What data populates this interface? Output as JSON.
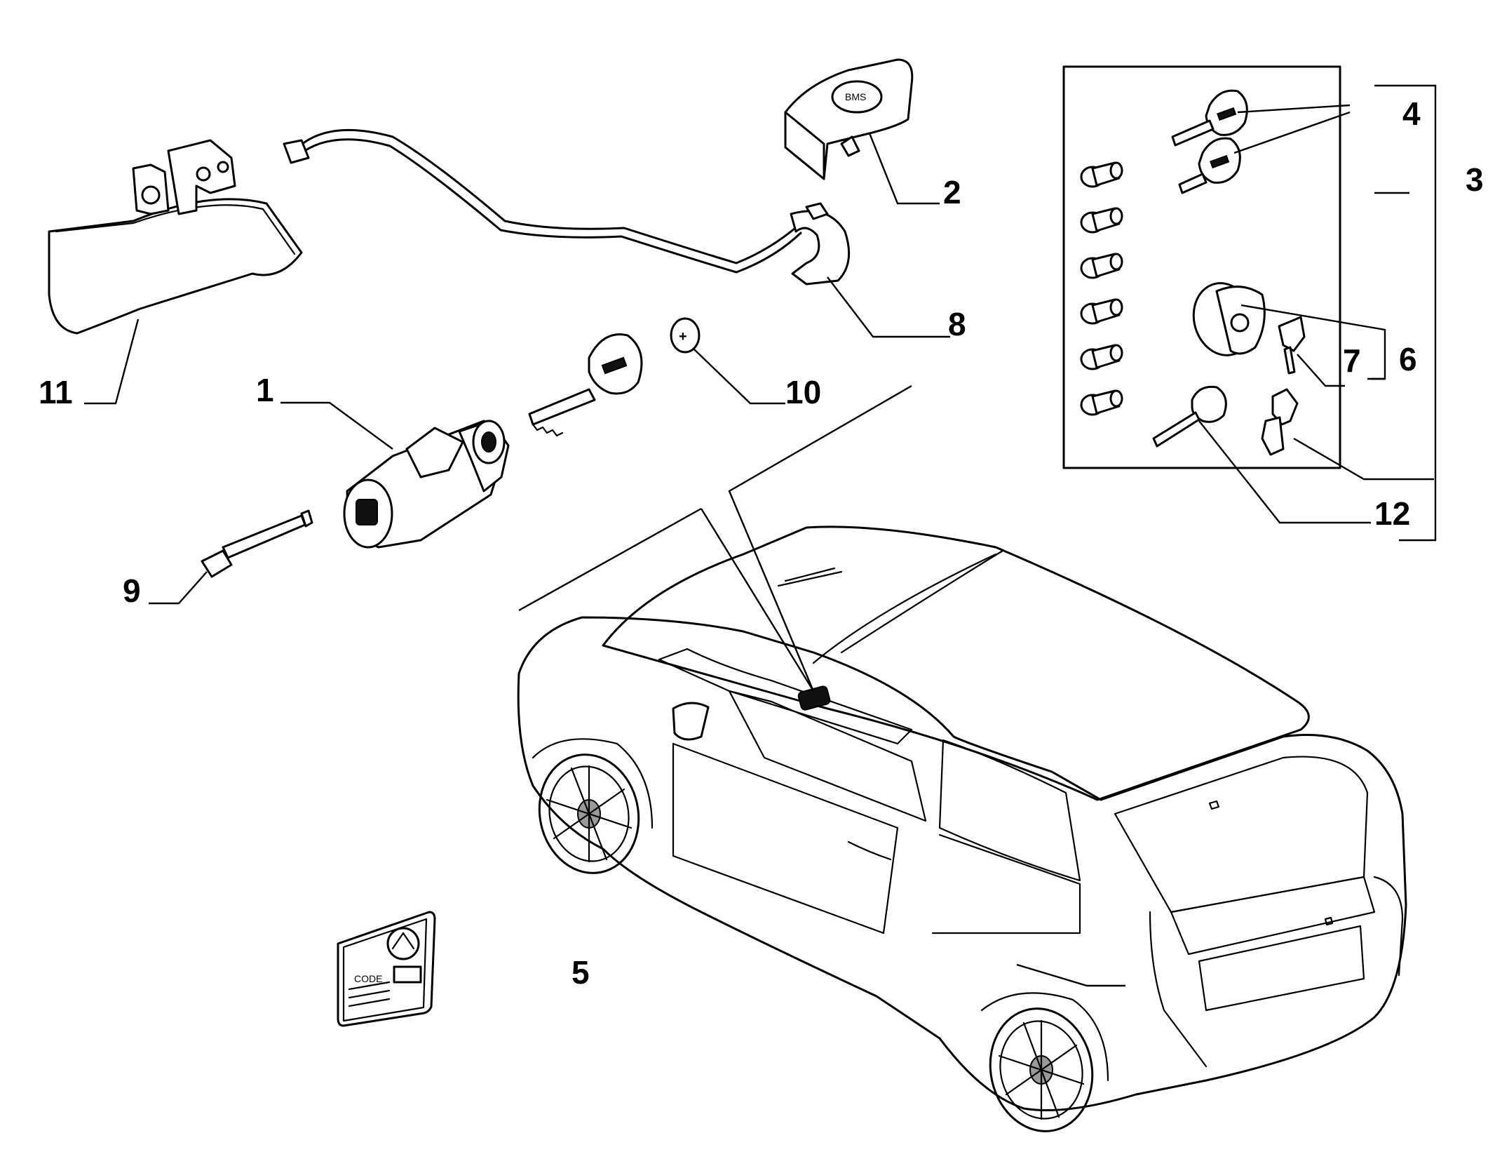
{
  "diagram": {
    "callouts": [
      {
        "id": "1",
        "text": "1"
      },
      {
        "id": "2",
        "text": "2"
      },
      {
        "id": "3",
        "text": "3"
      },
      {
        "id": "4",
        "text": "4"
      },
      {
        "id": "5",
        "text": "5"
      },
      {
        "id": "6",
        "text": "6"
      },
      {
        "id": "7",
        "text": "7"
      },
      {
        "id": "8",
        "text": "8"
      },
      {
        "id": "9",
        "text": "9"
      },
      {
        "id": "10",
        "text": "10"
      },
      {
        "id": "11",
        "text": "11"
      },
      {
        "id": "12",
        "text": "12"
      }
    ],
    "code_card": {
      "code_label": "CODE"
    },
    "colors": {
      "line": "#000000",
      "background": "#ffffff",
      "part_fill_dark": "#111111",
      "part_fill_grey": "#9a9a9a"
    }
  }
}
